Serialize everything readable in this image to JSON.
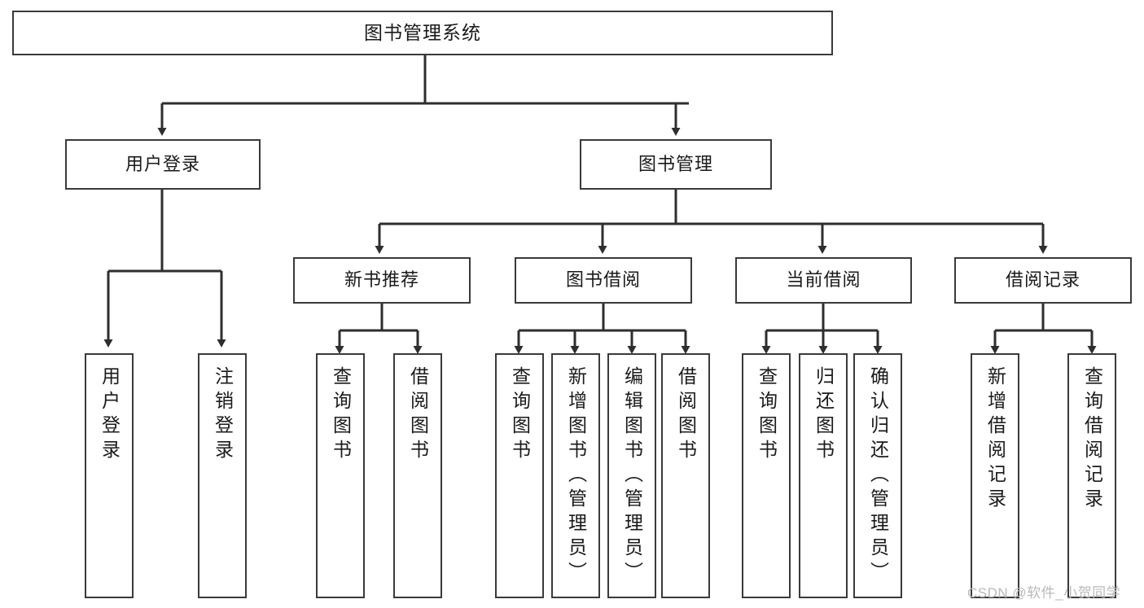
{
  "diagram": {
    "title": "图书管理系统",
    "type": "function-hierarchy-tree",
    "watermark": "CSDN @软件_小贺同学",
    "colors": {
      "box_border": "#3a3a3a",
      "box_fill": "#ffffff",
      "connector": "#2e2e2e",
      "text": "#1a1a1a",
      "watermark": "#b9b9b9"
    },
    "root": {
      "label": "图书管理系统"
    },
    "level1": [
      {
        "label": "用户登录"
      },
      {
        "label": "图书管理"
      }
    ],
    "level2": [
      {
        "label": "新书推荐"
      },
      {
        "label": "图书借阅"
      },
      {
        "label": "当前借阅"
      },
      {
        "label": "借阅记录"
      }
    ],
    "leaves": {
      "user_login": [
        {
          "label": "用户登录"
        },
        {
          "label": "注销登录"
        }
      ],
      "new_book_recommend": [
        {
          "label": "查询图书"
        },
        {
          "label": "借阅图书"
        }
      ],
      "book_borrow": [
        {
          "label": "查询图书"
        },
        {
          "label": "新增图书（管理员）"
        },
        {
          "label": "编辑图书（管理员）"
        },
        {
          "label": "借阅图书"
        }
      ],
      "current_borrow": [
        {
          "label": "查询图书"
        },
        {
          "label": "归还图书"
        },
        {
          "label": "确认归还（管理员）"
        }
      ],
      "borrow_record": [
        {
          "label": "新增借阅记录"
        },
        {
          "label": "查询借阅记录"
        }
      ]
    }
  }
}
